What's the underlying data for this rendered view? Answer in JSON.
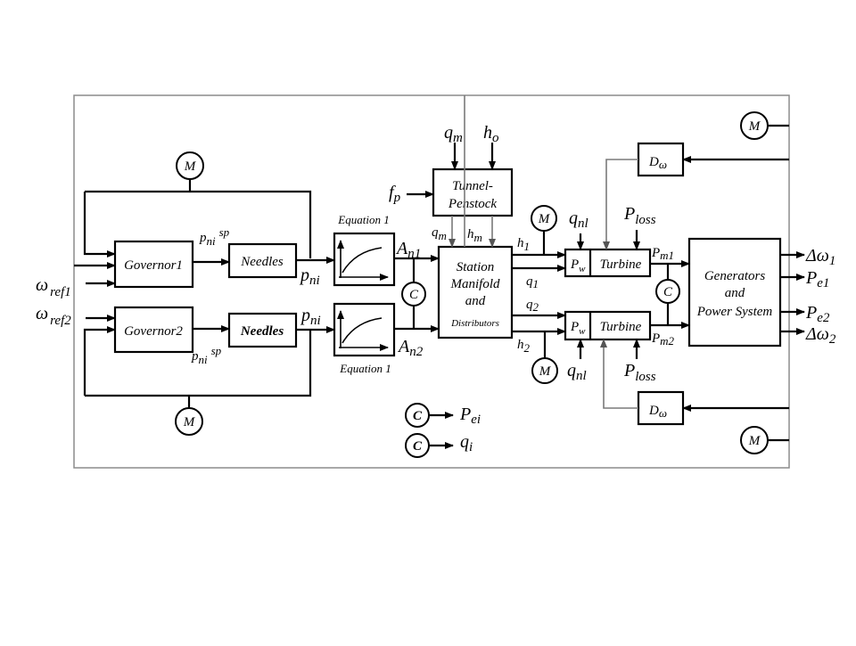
{
  "blocks": {
    "governor1": "Governor1",
    "governor2": "Governor2",
    "needles1": "Needles",
    "needles2": "Needles",
    "equation1_top": "Equation 1",
    "equation1_bottom": "Equation 1",
    "tunnel_line1": "Tunnel-",
    "tunnel_line2": "Penstock",
    "station_line1": "Station",
    "station_line2": "Manifold",
    "station_line3": "and",
    "station_line4": "Distributors",
    "turbine1": "Turbine",
    "turbine2": "Turbine",
    "pw1": "P",
    "pw2": "P",
    "generators_line1": "Generators",
    "generators_line2": "and",
    "generators_line3": "Power System",
    "d_omega_top": "D",
    "d_omega_bottom": "D"
  },
  "circles": {
    "m_label": "M",
    "c_label": "C"
  },
  "signals": {
    "omega": "ω",
    "ref1": "ref1",
    "ref2": "ref2",
    "pni_sp_p": "p",
    "pni_sub": "ni",
    "sp_sup": "sp",
    "pni_p": "p",
    "an_A": "A",
    "an1_sub": "n1",
    "an2_sub": "n2",
    "qm_q": "q",
    "m_sub": "m",
    "ho_h": "h",
    "o_sub": "o",
    "fp_f": "f",
    "p_sub": "p",
    "hm_h": "h",
    "h1_h": "h",
    "one_sub": "1",
    "two_sub": "2",
    "q1_q": "q",
    "q2_q": "q",
    "h2_h": "h",
    "qnl_q": "q",
    "nl_sub": "nl",
    "ploss_P": "P",
    "loss_sub": "loss",
    "pm_P": "P",
    "m1_sub": "m1",
    "m2_sub": "m2",
    "w_sub": "w",
    "omega_sub": "ω",
    "delta_omega": "Δω",
    "pe_P": "P",
    "e1_sub": "e1",
    "e2_sub": "e2",
    "ei_sub": "ei",
    "qi_q": "q",
    "i_sub": "i"
  }
}
